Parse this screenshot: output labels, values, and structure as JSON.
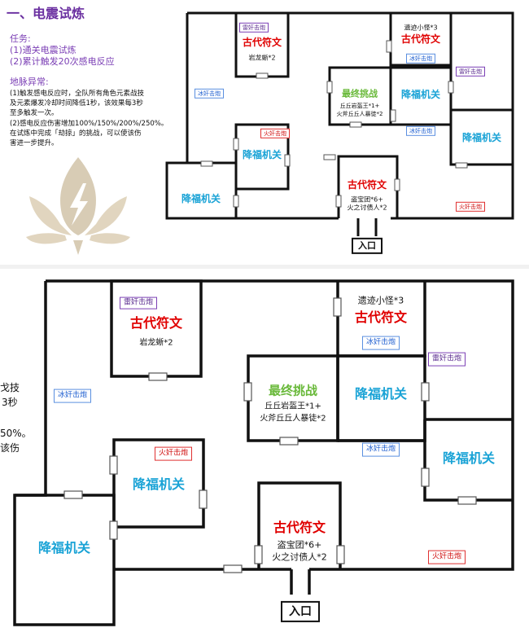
{
  "top": {
    "heading": "一、电震试炼",
    "task_label": "任务:",
    "task_1": "(1)通关电震试炼",
    "task_2": "(2)累计触发20次感电反应",
    "anomaly_label": "地脉异常:",
    "anomaly_1_line_1": "(1)触发感电反应时，全队所有角色元素战技",
    "anomaly_1_line_2": "及元素爆发冷却时间降低1秒，该效果每3秒",
    "anomaly_1_line_3": "至多触发一次。",
    "anomaly_2_line_1": "(2)感电反应伤害增加100%/150%/200%/250%。",
    "anomaly_2_line_2": "在试炼中完成「劫掠」的挑战，可以使该伤",
    "anomaly_2_line_3": "害进一步提升。"
  },
  "bottom": {
    "edge_text_1": "戈技",
    "edge_text_2": "3秒",
    "edge_text_3": "50%。",
    "edge_text_4": "该伤"
  },
  "map": {
    "ancient_rune": "古代符文",
    "boon_mechanism": "降福机关",
    "final_challenge": "最终挑战",
    "entrance": "入口",
    "cryo_cannon": "冰奸击炮",
    "electro_cannon": "雷奸击炮",
    "pyro_cannon": "火奸击炮",
    "geovishap": "岩龙蜥*2",
    "ruin_monsters": "遗迹小怪*3",
    "final_enemy_1": "丘丘岩盔王*1+",
    "final_enemy_2": "火斧丘丘人暴徒*2",
    "bottom_enemy_1": "盗宝团*6+",
    "bottom_enemy_2": "火之讨债人*2"
  },
  "colors": {
    "heading": "#6a2fa0",
    "ancient_rune": "#e00000",
    "boon": "#1aa3d6",
    "final": "#69b93a",
    "cryo": "#1f5fd0",
    "electro": "#5a2b8f",
    "pyro": "#d01010"
  },
  "icons": [
    "lightning-emblem-icon"
  ]
}
